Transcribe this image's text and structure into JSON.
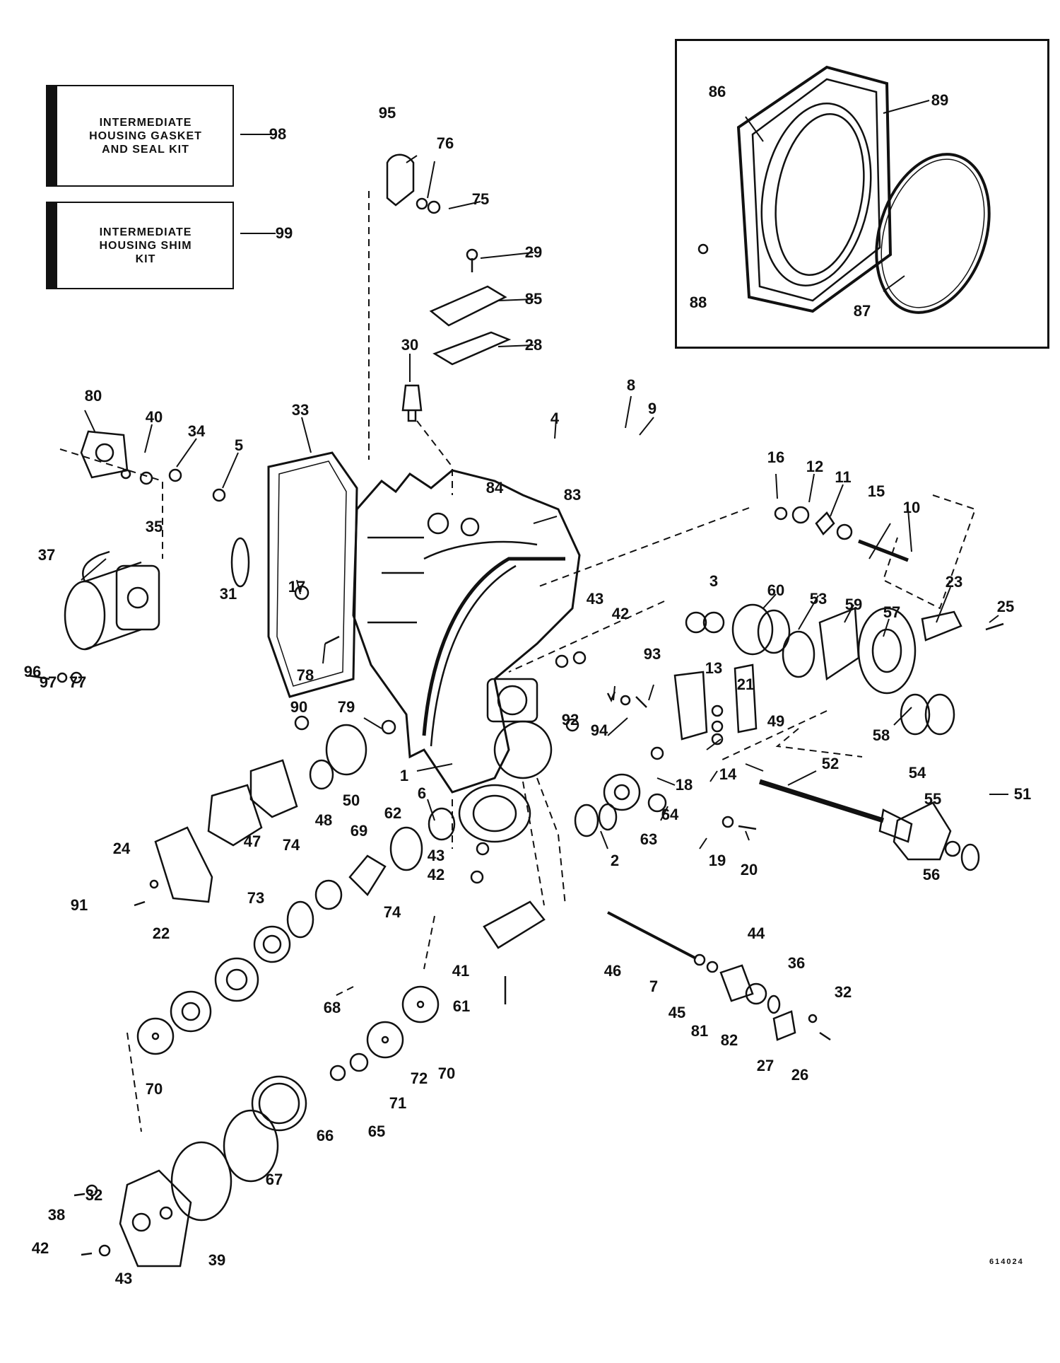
{
  "kits": [
    {
      "text": "INTERMEDIATE\nHOUSING GASKET\nAND SEAL KIT",
      "number": "98"
    },
    {
      "text": "INTERMEDIATE\nHOUSING SHIM\nKIT",
      "number": "99"
    }
  ],
  "callouts": [
    "95",
    "76",
    "75",
    "29",
    "85",
    "28",
    "30",
    "86",
    "89",
    "88",
    "87",
    "80",
    "40",
    "34",
    "5",
    "35",
    "33",
    "37",
    "31",
    "17",
    "96",
    "97",
    "77",
    "78",
    "90",
    "79",
    "8",
    "9",
    "4",
    "84",
    "83",
    "16",
    "12",
    "11",
    "15",
    "10",
    "3",
    "60",
    "53",
    "59",
    "57",
    "23",
    "25",
    "43",
    "42",
    "93",
    "13",
    "49",
    "21",
    "92",
    "94",
    "58",
    "14",
    "18",
    "52",
    "54",
    "55",
    "56",
    "51",
    "1",
    "6",
    "64",
    "63",
    "2",
    "19",
    "20",
    "50",
    "48",
    "74",
    "47",
    "24",
    "91",
    "22",
    "62",
    "69",
    "43",
    "42",
    "73",
    "74",
    "41",
    "61",
    "68",
    "70",
    "70",
    "72",
    "71",
    "65",
    "66",
    "67",
    "46",
    "44",
    "7",
    "45",
    "36",
    "32",
    "81",
    "82",
    "27",
    "26",
    "38",
    "32",
    "42",
    "43",
    "39"
  ],
  "drawing_code": "614024"
}
